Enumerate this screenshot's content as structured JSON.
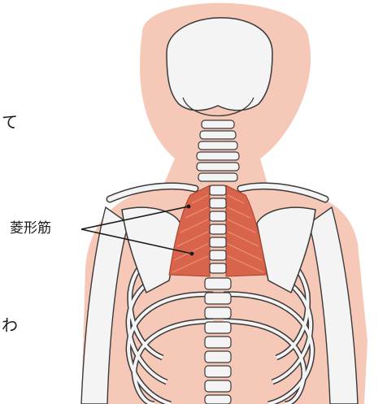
{
  "illustration": {
    "label": "菱形筋",
    "fragments": {
      "left_top": "て",
      "left_bottom": "わ"
    },
    "colors": {
      "body_silhouette": "#f5c8b8",
      "bone": "#f4f4f4",
      "bone_outline": "#3a3a3a",
      "muscle": "#d9644c",
      "muscle_stripe": "#f0a08c",
      "leader_line": "#1a1a1a"
    }
  }
}
